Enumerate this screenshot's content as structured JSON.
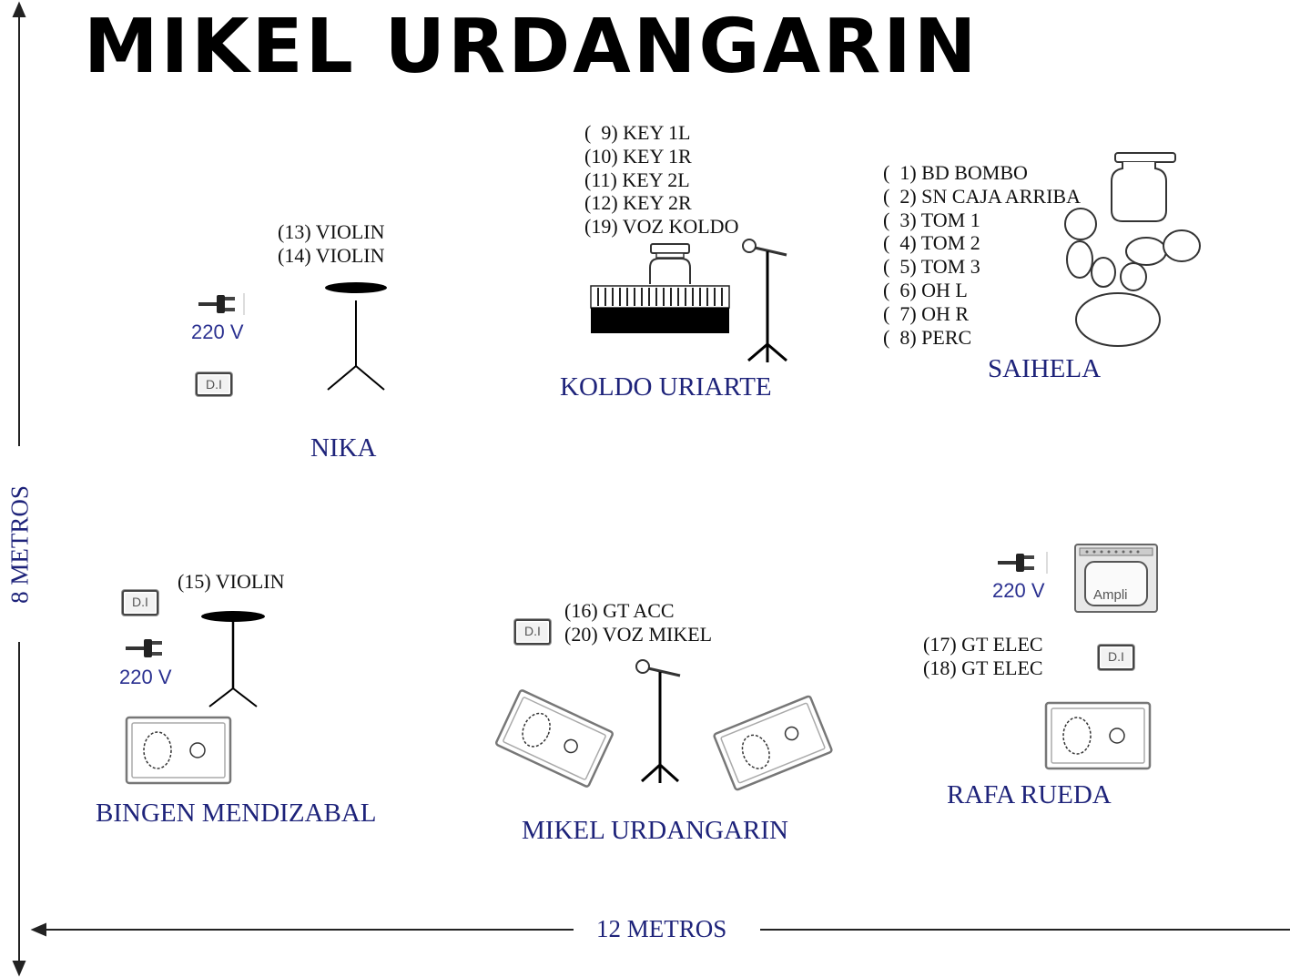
{
  "title": "MIKEL URDANGARIN",
  "dimensions": {
    "height_label": "8 METROS",
    "width_label": "12 METROS"
  },
  "labels": {
    "di": "D.I",
    "voltage": "220 V",
    "amp": "Ampli"
  },
  "musicians": {
    "nika": {
      "name": "NIKA",
      "channels": "(13) VIOLIN\n(14) VIOLIN"
    },
    "koldo": {
      "name": "KOLDO URIARTE",
      "channels": "(  9) KEY 1L\n(10) KEY 1R\n(11) KEY 2L\n(12) KEY 2R\n(19) VOZ KOLDO"
    },
    "saihela": {
      "name": "SAIHELA",
      "channels": "(  1) BD BOMBO\n(  2) SN CAJA ARRIBA\n(  3) TOM 1\n(  4) TOM 2\n(  5) TOM 3\n(  6) OH L\n(  7) OH R\n(  8) PERC"
    },
    "bingen": {
      "name": "BINGEN MENDIZABAL",
      "channels": "(15) VIOLIN"
    },
    "mikel": {
      "name": "MIKEL URDANGARIN",
      "channels": "(16) GT ACC\n(20) VOZ MIKEL"
    },
    "rafa": {
      "name": "RAFA RUEDA",
      "channels": "(17) GT ELEC\n(18) GT ELEC"
    }
  }
}
